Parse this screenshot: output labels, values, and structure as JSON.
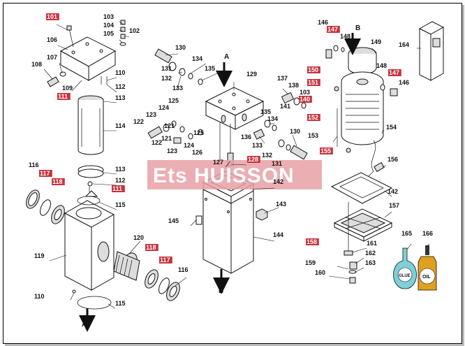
{
  "watermark": "Ets HUISSON",
  "directions": {
    "a": "A",
    "b": "B"
  },
  "labels": [
    {
      "id": "101",
      "text": "101",
      "hl": true
    },
    {
      "id": "103",
      "text": "103",
      "hl": false
    },
    {
      "id": "104",
      "text": "104",
      "hl": false
    },
    {
      "id": "102",
      "text": "102",
      "hl": false
    },
    {
      "id": "105",
      "text": "105",
      "hl": false
    },
    {
      "id": "106",
      "text": "106",
      "hl": false
    },
    {
      "id": "107",
      "text": "107",
      "hl": false
    },
    {
      "id": "108",
      "text": "108",
      "hl": false
    },
    {
      "id": "110a",
      "text": "110",
      "hl": false
    },
    {
      "id": "112a",
      "text": "112",
      "hl": false
    },
    {
      "id": "109",
      "text": "109",
      "hl": false
    },
    {
      "id": "111a",
      "text": "111",
      "hl": true
    },
    {
      "id": "113a",
      "text": "113",
      "hl": false
    },
    {
      "id": "114",
      "text": "114",
      "hl": false
    },
    {
      "id": "113b",
      "text": "113",
      "hl": false
    },
    {
      "id": "112b",
      "text": "112",
      "hl": false
    },
    {
      "id": "111b",
      "text": "111",
      "hl": true
    },
    {
      "id": "116a",
      "text": "116",
      "hl": false
    },
    {
      "id": "117a",
      "text": "117",
      "hl": true
    },
    {
      "id": "118a",
      "text": "118",
      "hl": true
    },
    {
      "id": "115a",
      "text": "115",
      "hl": false
    },
    {
      "id": "119",
      "text": "119",
      "hl": false
    },
    {
      "id": "120",
      "text": "120",
      "hl": false
    },
    {
      "id": "118b",
      "text": "118",
      "hl": true
    },
    {
      "id": "117b",
      "text": "117",
      "hl": true
    },
    {
      "id": "116b",
      "text": "116",
      "hl": false
    },
    {
      "id": "110b",
      "text": "110",
      "hl": false
    },
    {
      "id": "115b",
      "text": "115",
      "hl": false
    },
    {
      "id": "130a",
      "text": "130",
      "hl": false
    },
    {
      "id": "131a",
      "text": "131",
      "hl": false
    },
    {
      "id": "134a",
      "text": "134",
      "hl": false
    },
    {
      "id": "135a",
      "text": "135",
      "hl": false
    },
    {
      "id": "132a",
      "text": "132",
      "hl": false
    },
    {
      "id": "133a",
      "text": "133",
      "hl": false
    },
    {
      "id": "129",
      "text": "129",
      "hl": false
    },
    {
      "id": "125a",
      "text": "125",
      "hl": false
    },
    {
      "id": "124a",
      "text": "124",
      "hl": false
    },
    {
      "id": "123a",
      "text": "123",
      "hl": false
    },
    {
      "id": "122a",
      "text": "122",
      "hl": false
    },
    {
      "id": "121a",
      "text": "121",
      "hl": false
    },
    {
      "id": "121b",
      "text": "121",
      "hl": false
    },
    {
      "id": "125b",
      "text": "125",
      "hl": false
    },
    {
      "id": "124b",
      "text": "124",
      "hl": false
    },
    {
      "id": "122b",
      "text": "122",
      "hl": false
    },
    {
      "id": "123b",
      "text": "123",
      "hl": false
    },
    {
      "id": "126",
      "text": "126",
      "hl": false
    },
    {
      "id": "127",
      "text": "127",
      "hl": false
    },
    {
      "id": "128",
      "text": "128",
      "hl": true
    },
    {
      "id": "137",
      "text": "137",
      "hl": false
    },
    {
      "id": "138",
      "text": "138",
      "hl": false
    },
    {
      "id": "103b",
      "text": "103",
      "hl": false
    },
    {
      "id": "141",
      "text": "141",
      "hl": false
    },
    {
      "id": "140",
      "text": "140",
      "hl": true
    },
    {
      "id": "135b",
      "text": "135",
      "hl": false
    },
    {
      "id": "134b",
      "text": "134",
      "hl": false
    },
    {
      "id": "136",
      "text": "136",
      "hl": false
    },
    {
      "id": "130b",
      "text": "130",
      "hl": false
    },
    {
      "id": "133b",
      "text": "133",
      "hl": false
    },
    {
      "id": "132b",
      "text": "132",
      "hl": false
    },
    {
      "id": "131b",
      "text": "131",
      "hl": false
    },
    {
      "id": "142a",
      "text": "142",
      "hl": false
    },
    {
      "id": "143",
      "text": "143",
      "hl": false
    },
    {
      "id": "145",
      "text": "145",
      "hl": false
    },
    {
      "id": "144",
      "text": "144",
      "hl": false
    },
    {
      "id": "146a",
      "text": "146",
      "hl": false
    },
    {
      "id": "147a",
      "text": "147",
      "hl": true
    },
    {
      "id": "148a",
      "text": "148",
      "hl": false
    },
    {
      "id": "149",
      "text": "149",
      "hl": false
    },
    {
      "id": "164",
      "text": "164",
      "hl": false
    },
    {
      "id": "150",
      "text": "150",
      "hl": true
    },
    {
      "id": "148b",
      "text": "148",
      "hl": false
    },
    {
      "id": "147b",
      "text": "147",
      "hl": true
    },
    {
      "id": "146b",
      "text": "146",
      "hl": false
    },
    {
      "id": "151",
      "text": "151",
      "hl": true
    },
    {
      "id": "152",
      "text": "152",
      "hl": true
    },
    {
      "id": "153",
      "text": "153",
      "hl": false
    },
    {
      "id": "154",
      "text": "154",
      "hl": false
    },
    {
      "id": "155",
      "text": "155",
      "hl": true
    },
    {
      "id": "156",
      "text": "156",
      "hl": false
    },
    {
      "id": "142b",
      "text": "142",
      "hl": false
    },
    {
      "id": "157",
      "text": "157",
      "hl": false
    },
    {
      "id": "158",
      "text": "158",
      "hl": true
    },
    {
      "id": "161",
      "text": "161",
      "hl": false
    },
    {
      "id": "159",
      "text": "159",
      "hl": false
    },
    {
      "id": "162",
      "text": "162",
      "hl": false
    },
    {
      "id": "160",
      "text": "160",
      "hl": false
    },
    {
      "id": "163",
      "text": "163",
      "hl": false
    },
    {
      "id": "165",
      "text": "165",
      "hl": false
    },
    {
      "id": "166",
      "text": "166",
      "hl": false
    }
  ],
  "bottle_text": {
    "glue": "GLUE",
    "oil": "OIL"
  }
}
